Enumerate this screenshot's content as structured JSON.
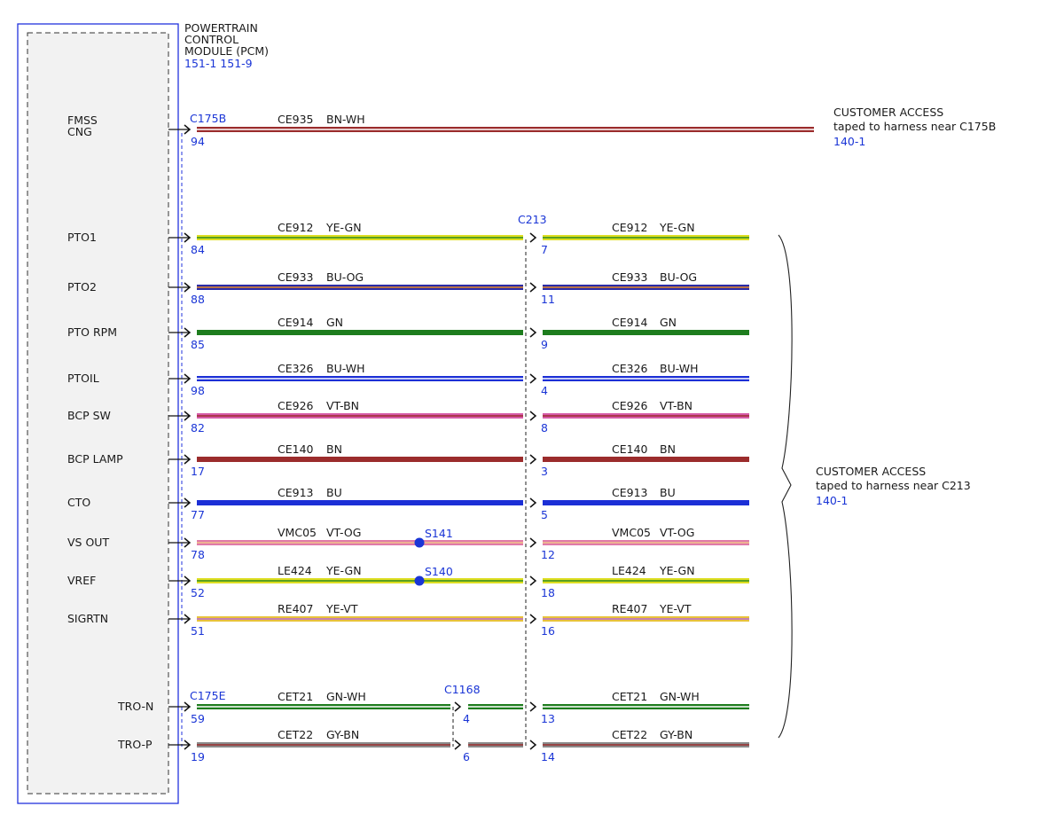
{
  "module": {
    "title_lines": [
      "POWERTRAIN",
      "CONTROL",
      "MODULE (PCM)"
    ],
    "ref": "151-1 151-9"
  },
  "connectors": {
    "c175b": "C175B",
    "c213": "C213",
    "c175e": "C175E",
    "c1168": "C1168"
  },
  "splices": [
    {
      "id": "S141",
      "row": 8
    },
    {
      "id": "S140",
      "row": 9
    }
  ],
  "top_access": {
    "title": "CUSTOMER ACCESS",
    "note": "taped to harness near C175B",
    "ref": "140-1"
  },
  "side_access": {
    "title": "CUSTOMER ACCESS",
    "note": "taped to harness near C213",
    "ref": "140-1"
  },
  "colors": {
    "BN-WH": {
      "main": "#9b2c2c",
      "stripe": "#ffffff"
    },
    "YE-GN": {
      "main": "#dede22",
      "stripe": "#2f8c1f"
    },
    "BU-OG": {
      "main": "#2b2ba6",
      "stripe": "#e88a2a"
    },
    "GN": {
      "main": "#1e7d1e",
      "stripe": ""
    },
    "BU-WH": {
      "main": "#1c2fd6",
      "stripe": "#ffffff"
    },
    "VT-BN": {
      "main": "#d65aa8",
      "stripe": "#9b2c2c"
    },
    "BN": {
      "main": "#9b2c2c",
      "stripe": ""
    },
    "BU": {
      "main": "#1c2fd6",
      "stripe": ""
    },
    "VT-OG": {
      "main": "#e07aa8",
      "stripe": "#f2c48a"
    },
    "YE-VT": {
      "main": "#e8c23a",
      "stripe": "#b86bd8"
    },
    "GN-WH": {
      "main": "#1e7d1e",
      "stripe": "#ffffff"
    },
    "GY-BN": {
      "main": "#8a8a8a",
      "stripe": "#9b2c2c"
    }
  },
  "circuits": [
    {
      "signal": [
        "FMSS",
        "CNG"
      ],
      "circuit": "CE935",
      "color": "BN-WH",
      "pin": "94"
    },
    {
      "signal": [
        "PTO1"
      ],
      "circuit": "CE912",
      "color": "YE-GN",
      "pin": "84",
      "pin2": "7"
    },
    {
      "signal": [
        "PTO2"
      ],
      "circuit": "CE933",
      "color": "BU-OG",
      "pin": "88",
      "pin2": "11"
    },
    {
      "signal": [
        "PTO RPM"
      ],
      "circuit": "CE914",
      "color": "GN",
      "pin": "85",
      "pin2": "9"
    },
    {
      "signal": [
        "PTOIL"
      ],
      "circuit": "CE326",
      "color": "BU-WH",
      "pin": "98",
      "pin2": "4"
    },
    {
      "signal": [
        "BCP SW"
      ],
      "circuit": "CE926",
      "color": "VT-BN",
      "pin": "82",
      "pin2": "8"
    },
    {
      "signal": [
        "BCP LAMP"
      ],
      "circuit": "CE140",
      "color": "BN",
      "pin": "17",
      "pin2": "3"
    },
    {
      "signal": [
        "CTO"
      ],
      "circuit": "CE913",
      "color": "BU",
      "pin": "77",
      "pin2": "5"
    },
    {
      "signal": [
        "VS OUT"
      ],
      "circuit": "VMC05",
      "color": "VT-OG",
      "pin": "78",
      "pin2": "12"
    },
    {
      "signal": [
        "VREF"
      ],
      "circuit": "LE424",
      "color": "YE-GN",
      "pin": "52",
      "pin2": "18"
    },
    {
      "signal": [
        "SIGRTN"
      ],
      "circuit": "RE407",
      "color": "YE-VT",
      "pin": "51",
      "pin2": "16"
    },
    {
      "signal": [
        "TRO-N"
      ],
      "circuit": "CET21",
      "color": "GN-WH",
      "pin": "59",
      "pin_mid": "4",
      "pin2": "13"
    },
    {
      "signal": [
        "TRO-P"
      ],
      "circuit": "CET22",
      "color": "GY-BN",
      "pin": "19",
      "pin_mid": "6",
      "pin2": "14"
    }
  ]
}
